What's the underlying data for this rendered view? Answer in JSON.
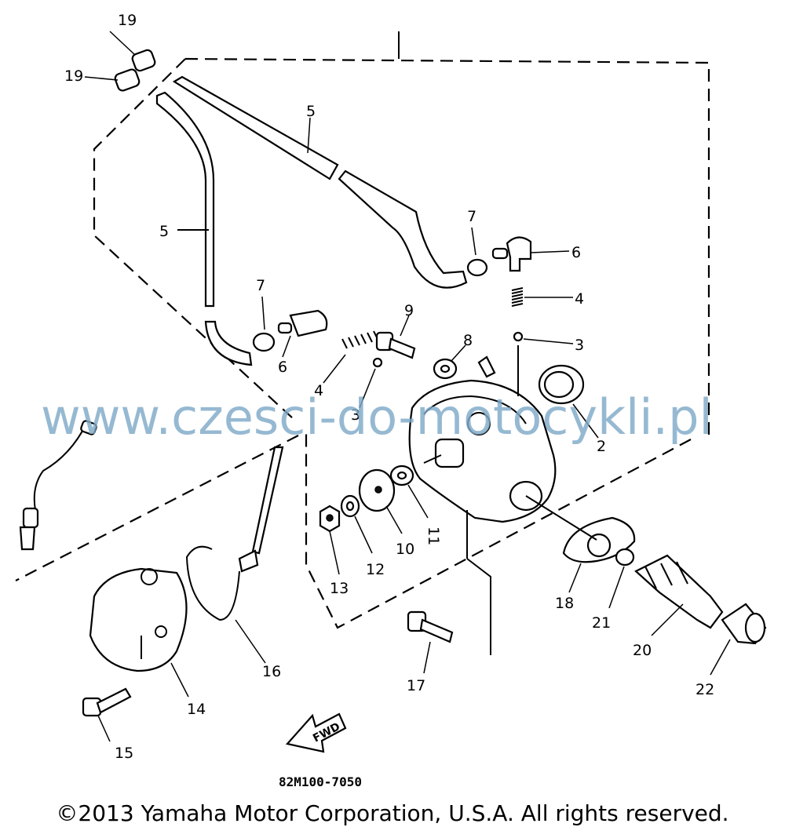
{
  "diagram": {
    "drawing_number": "82M100-7050",
    "fwd_arrow_label": "FWD",
    "watermark": "www.czesci-do-motocykli.pl",
    "copyright": "©2013 Yamaha Motor Corporation, U.S.A. All rights reserved.",
    "callouts": {
      "c19a": "19",
      "c19b": "19",
      "c5a": "5",
      "c5b": "5",
      "c7a": "7",
      "c7b": "7",
      "c6a": "6",
      "c6b": "6",
      "c4a": "4",
      "c4b": "4",
      "c3a": "3",
      "c3b": "3",
      "c9": "9",
      "c8": "8",
      "c2": "2",
      "c11": "11",
      "c10": "10",
      "c12": "12",
      "c13": "13",
      "c18": "18",
      "c21": "21",
      "c20": "20",
      "c22": "22",
      "c17": "17",
      "c16": "16",
      "c14": "14",
      "c15": "15"
    }
  }
}
